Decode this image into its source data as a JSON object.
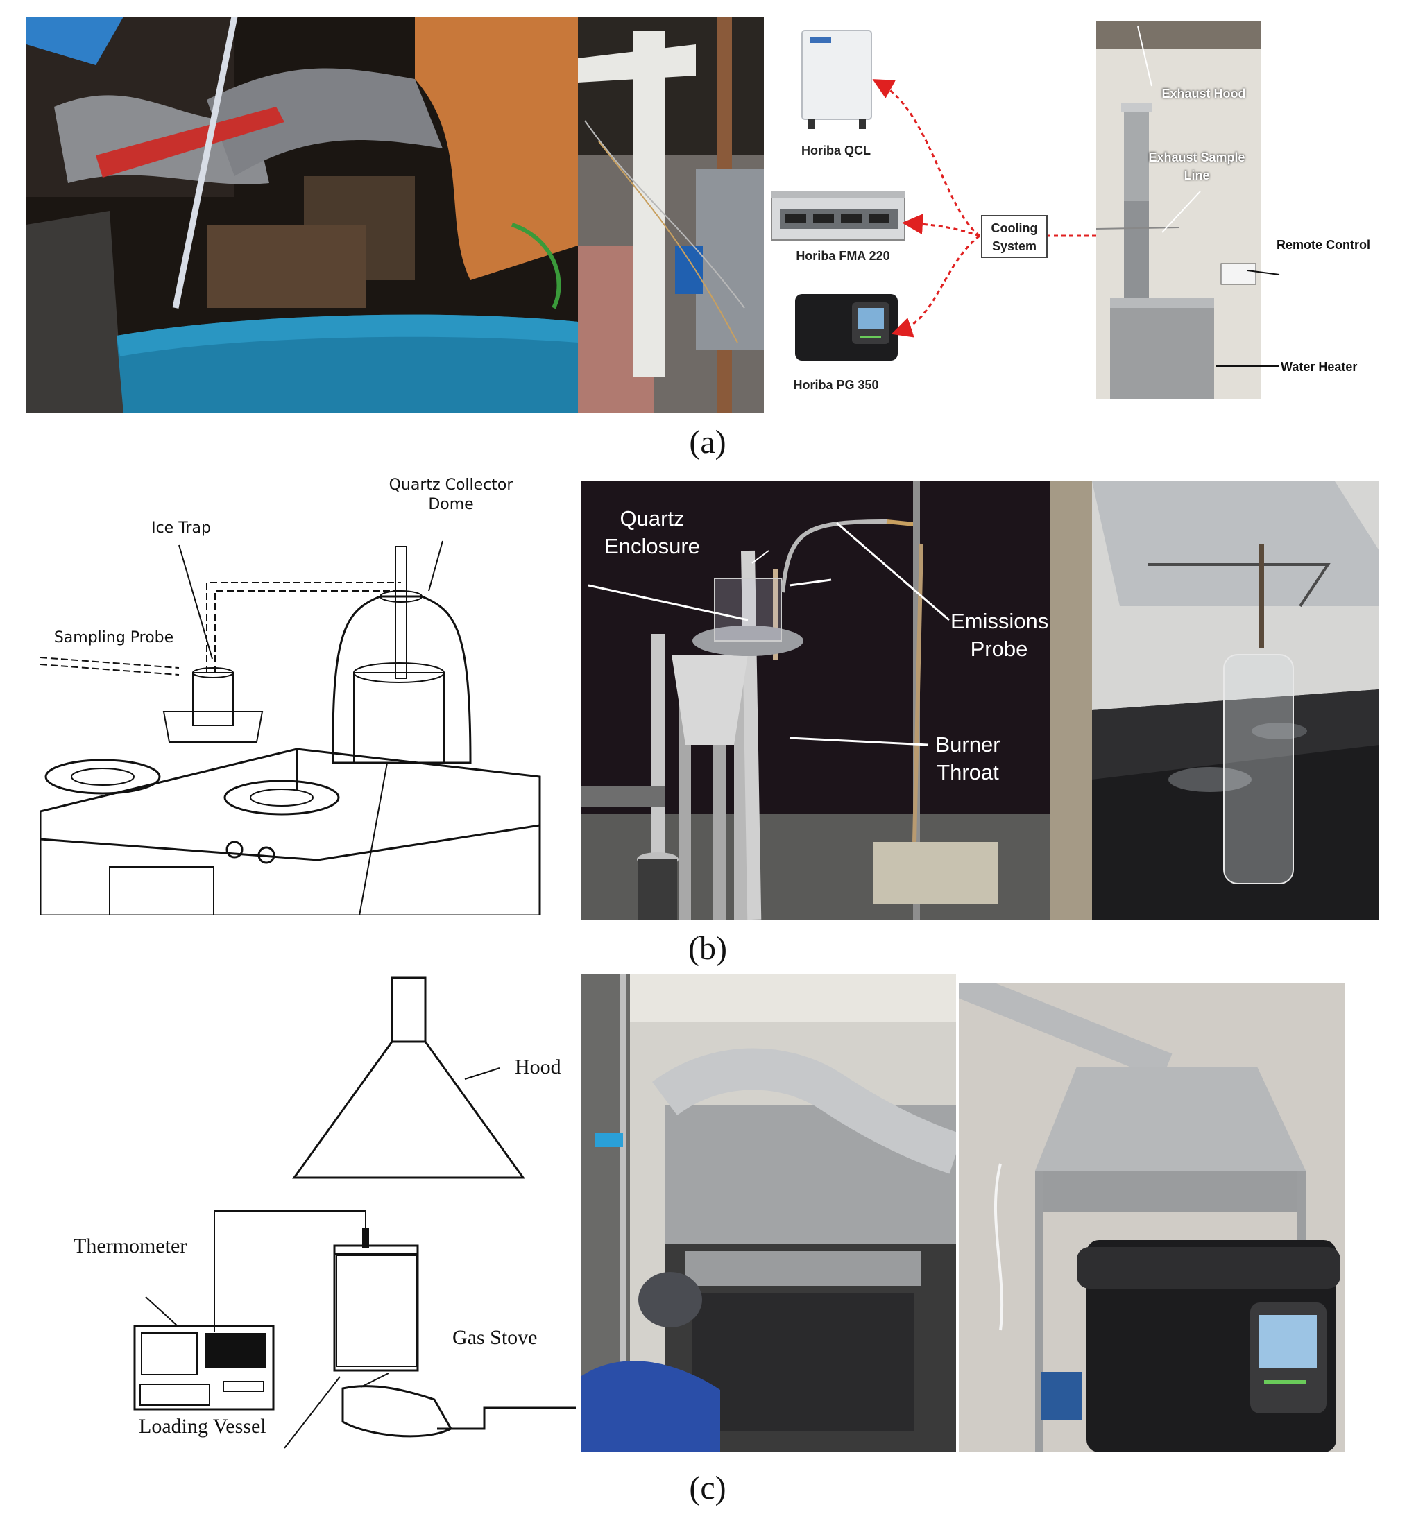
{
  "panels": {
    "a": {
      "label": "(a)",
      "instruments": [
        {
          "name": "Horiba QCL"
        },
        {
          "name": "Horiba FMA 220"
        },
        {
          "name": "Horiba PG 350"
        }
      ],
      "cooling_system": "Cooling System",
      "setup_labels": {
        "exhaust_hood": "Exhaust Hood",
        "exhaust_sample_line": "Exhaust Sample Line",
        "remote_control": "Remote Control",
        "water_heater": "Water Heater"
      }
    },
    "b": {
      "label": "(b)",
      "sketch_labels": {
        "quartz_dome": "Quartz Collector Dome",
        "ice_trap": "Ice Trap",
        "sampling_probe": "Sampling Probe"
      },
      "photo_labels": {
        "quartz_enclosure": "Quartz Enclosure",
        "emissions_probe": "Emissions Probe",
        "burner_throat": "Burner Throat"
      }
    },
    "c": {
      "label": "(c)",
      "diagram_labels": {
        "hood": "Hood",
        "thermometer": "Thermometer",
        "gas_stove": "Gas Stove",
        "loading_vessel": "Loading Vessel"
      }
    }
  }
}
